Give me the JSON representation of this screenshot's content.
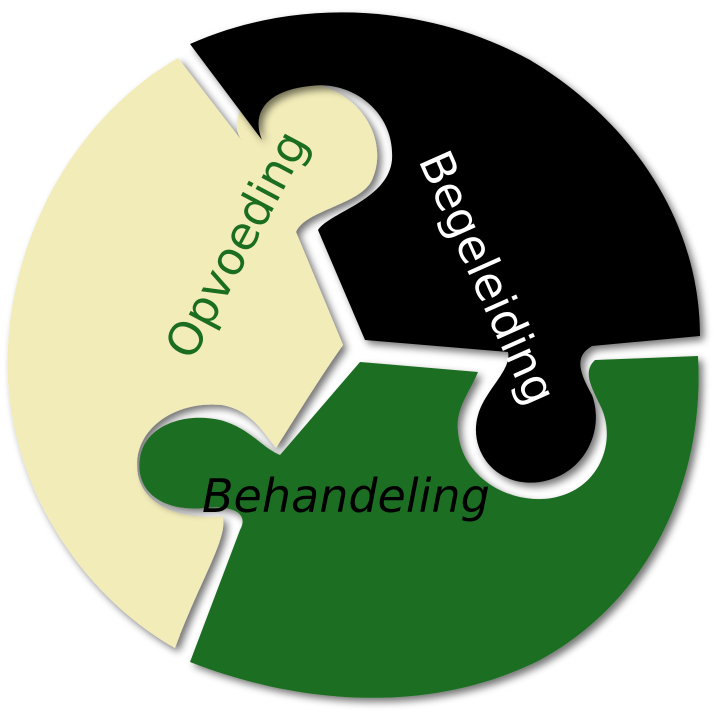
{
  "diagram": {
    "type": "puzzle-circle",
    "pieces": [
      {
        "id": "opvoeding",
        "label": "Opvoeding",
        "fill": "#F2ECB8",
        "text_color": "#1B6E20",
        "position": "left"
      },
      {
        "id": "begeleiding",
        "label": "Begeleiding",
        "fill": "#000000",
        "text_color": "#FFFFFF",
        "position": "top-right"
      },
      {
        "id": "behandeling",
        "label": "Behandeling",
        "fill": "#1B6E20",
        "text_color": "#000000",
        "position": "bottom"
      }
    ],
    "gap_color": "#FFFFFF",
    "background": "#FFFFFF"
  }
}
